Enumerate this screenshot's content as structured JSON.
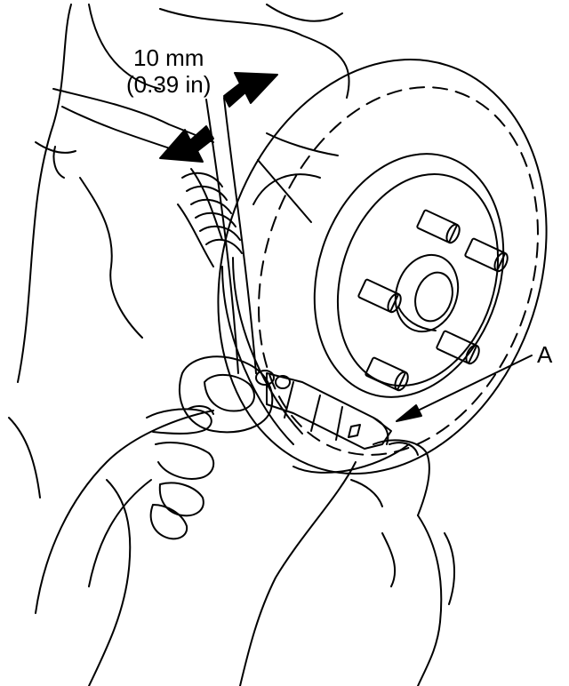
{
  "labels": {
    "dimension_metric": "10 mm",
    "dimension_imperial": "(0.39 in)",
    "callout": "A"
  },
  "colors": {
    "line": "#000000",
    "background": "#ffffff"
  }
}
